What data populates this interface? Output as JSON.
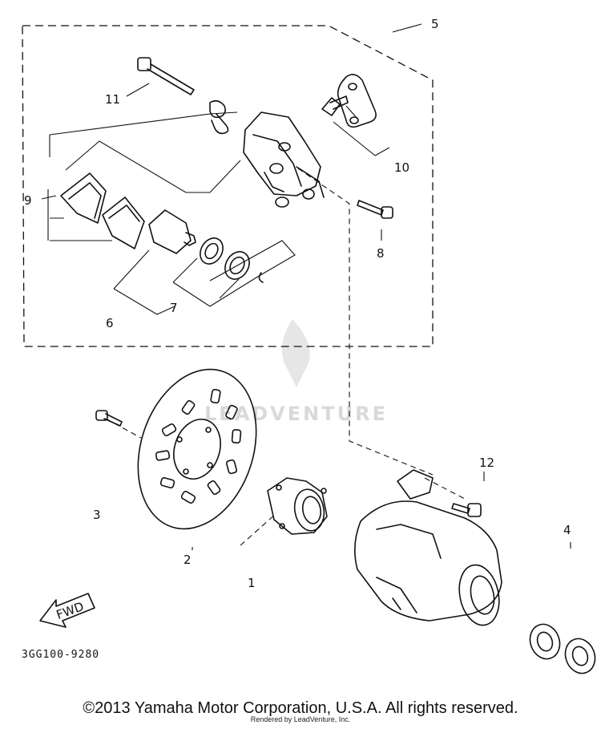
{
  "diagram": {
    "labels": {
      "p1": "1",
      "p2": "2",
      "p3": "3",
      "p4": "4",
      "p5": "5",
      "p6": "6",
      "p7": "7",
      "p8": "8",
      "p9": "9",
      "p10": "10",
      "p11": "11",
      "p12": "12"
    },
    "fwd_label": "FWD",
    "diagram_code": "3GG100-9280",
    "watermark": "LEADVENTURE"
  },
  "footer": {
    "copyright": "©2013 Yamaha Motor Corporation, U.S.A. All rights reserved.",
    "rendered_by": "Rendered by LeadVenture, Inc."
  }
}
